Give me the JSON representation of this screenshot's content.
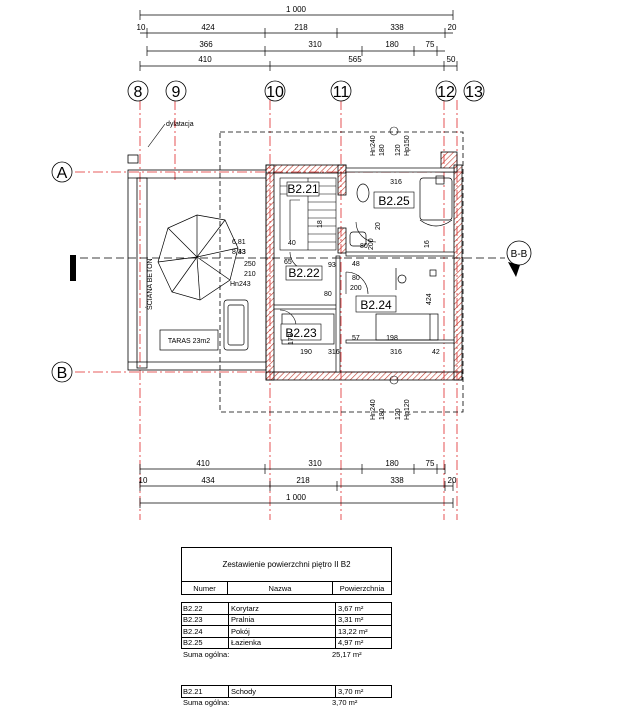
{
  "plan": {
    "dims_top": {
      "overall": "1 000",
      "row1": [
        "424",
        "218",
        "338",
        "20"
      ],
      "row1_left": "10",
      "row2": [
        "366",
        "310",
        "180",
        "75"
      ],
      "row3": [
        "410",
        "565",
        "50"
      ]
    },
    "dims_bottom": {
      "row1": [
        "410",
        "310",
        "180",
        "75"
      ],
      "row2": [
        "434",
        "218",
        "338",
        "10",
        "20"
      ],
      "overall": "1 000"
    },
    "axes": {
      "vertical": [
        "8",
        "9",
        "10",
        "11",
        "12",
        "13"
      ],
      "horizontal": [
        "A",
        "B"
      ]
    },
    "section_mark": "B-B",
    "labels": {
      "dylatacja": "dylatacja",
      "terrace": "TARAS 23m2",
      "wall": "ŚCIANA BETON",
      "hn_top": [
        "Hn240",
        "180",
        "120",
        "Hp150"
      ],
      "hn_bottom": [
        "Hn240",
        "180",
        "120",
        "Hp120"
      ]
    },
    "rooms": [
      {
        "id": "B2.21"
      },
      {
        "id": "B2.25"
      },
      {
        "id": "B2.22"
      },
      {
        "id": "B2.24"
      },
      {
        "id": "B2.23"
      }
    ],
    "inner_dims": [
      "316",
      "200",
      "80",
      "80",
      "200",
      "424",
      "198",
      "57",
      "316",
      "42",
      "190",
      "178",
      "316",
      "20",
      "80",
      "18",
      "250",
      "210",
      "Hn243",
      "93",
      "16",
      "40",
      "48",
      "43",
      "65",
      "6,81",
      "8,33"
    ]
  },
  "table": {
    "title": "Zestawienie powierzchni piętro II B2",
    "headers": {
      "number": "Numer",
      "name": "Nazwa",
      "area": "Powierzchnia"
    },
    "rows": [
      {
        "number": "B2.22",
        "name": "Korytarz",
        "area": "3,67 m²"
      },
      {
        "number": "B2.23",
        "name": "Pralnia",
        "area": "3,31 m²"
      },
      {
        "number": "B2.24",
        "name": "Pokój",
        "area": "13,22 m²"
      },
      {
        "number": "B2.25",
        "name": "Łazienka",
        "area": "4,97 m²"
      }
    ],
    "sum_label": "Suma ogólna:",
    "sum_value": "25,17 m²",
    "rows2": [
      {
        "number": "B2.21",
        "name": "Schody",
        "area": "3,70 m²"
      }
    ],
    "sum2_label": "Suma ogólna:",
    "sum2_value": "3,70 m²"
  },
  "colors": {
    "axis": "#e0282a",
    "line": "#000000",
    "hatch": "#c0392b"
  }
}
